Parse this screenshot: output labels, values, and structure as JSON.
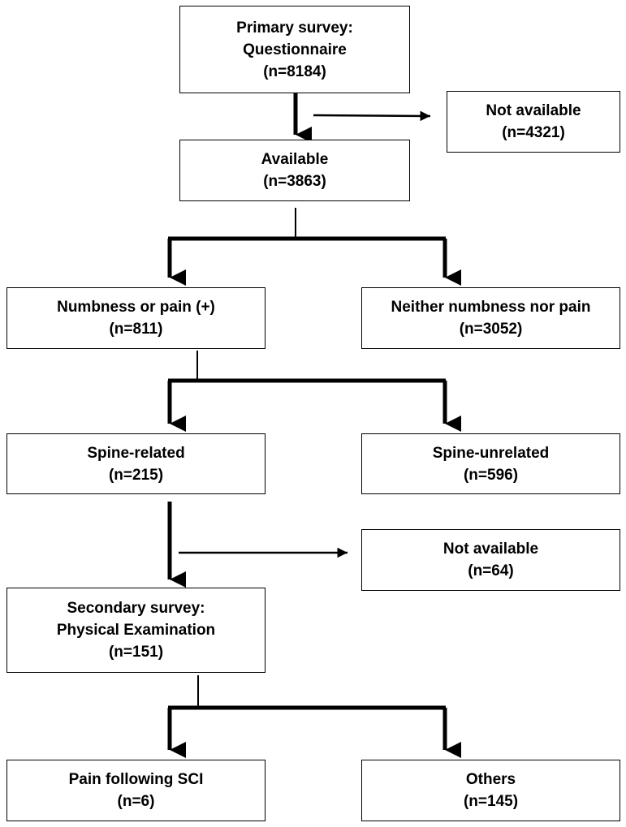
{
  "nodes": {
    "primary": {
      "lines": [
        "Primary survey:",
        "Questionnaire",
        "(n=8184)"
      ]
    },
    "not_available_1": {
      "lines": [
        "Not available",
        "(n=4321)"
      ]
    },
    "available": {
      "lines": [
        "Available",
        "(n=3863)"
      ]
    },
    "numbness_pain": {
      "lines": [
        "Numbness or pain (+)",
        "(n=811)"
      ]
    },
    "neither": {
      "lines": [
        "Neither numbness nor pain",
        "(n=3052)"
      ]
    },
    "spine_related": {
      "lines": [
        "Spine-related",
        "(n=215)"
      ]
    },
    "spine_unrelated": {
      "lines": [
        "Spine-unrelated",
        "(n=596)"
      ]
    },
    "not_available_2": {
      "lines": [
        "Not available",
        "(n=64)"
      ]
    },
    "secondary": {
      "lines": [
        "Secondary survey:",
        "Physical Examination",
        "(n=151)"
      ]
    },
    "pain_sci": {
      "lines": [
        "Pain following SCI",
        "(n=6)"
      ]
    },
    "others": {
      "lines": [
        "Others",
        "(n=145)"
      ]
    }
  }
}
